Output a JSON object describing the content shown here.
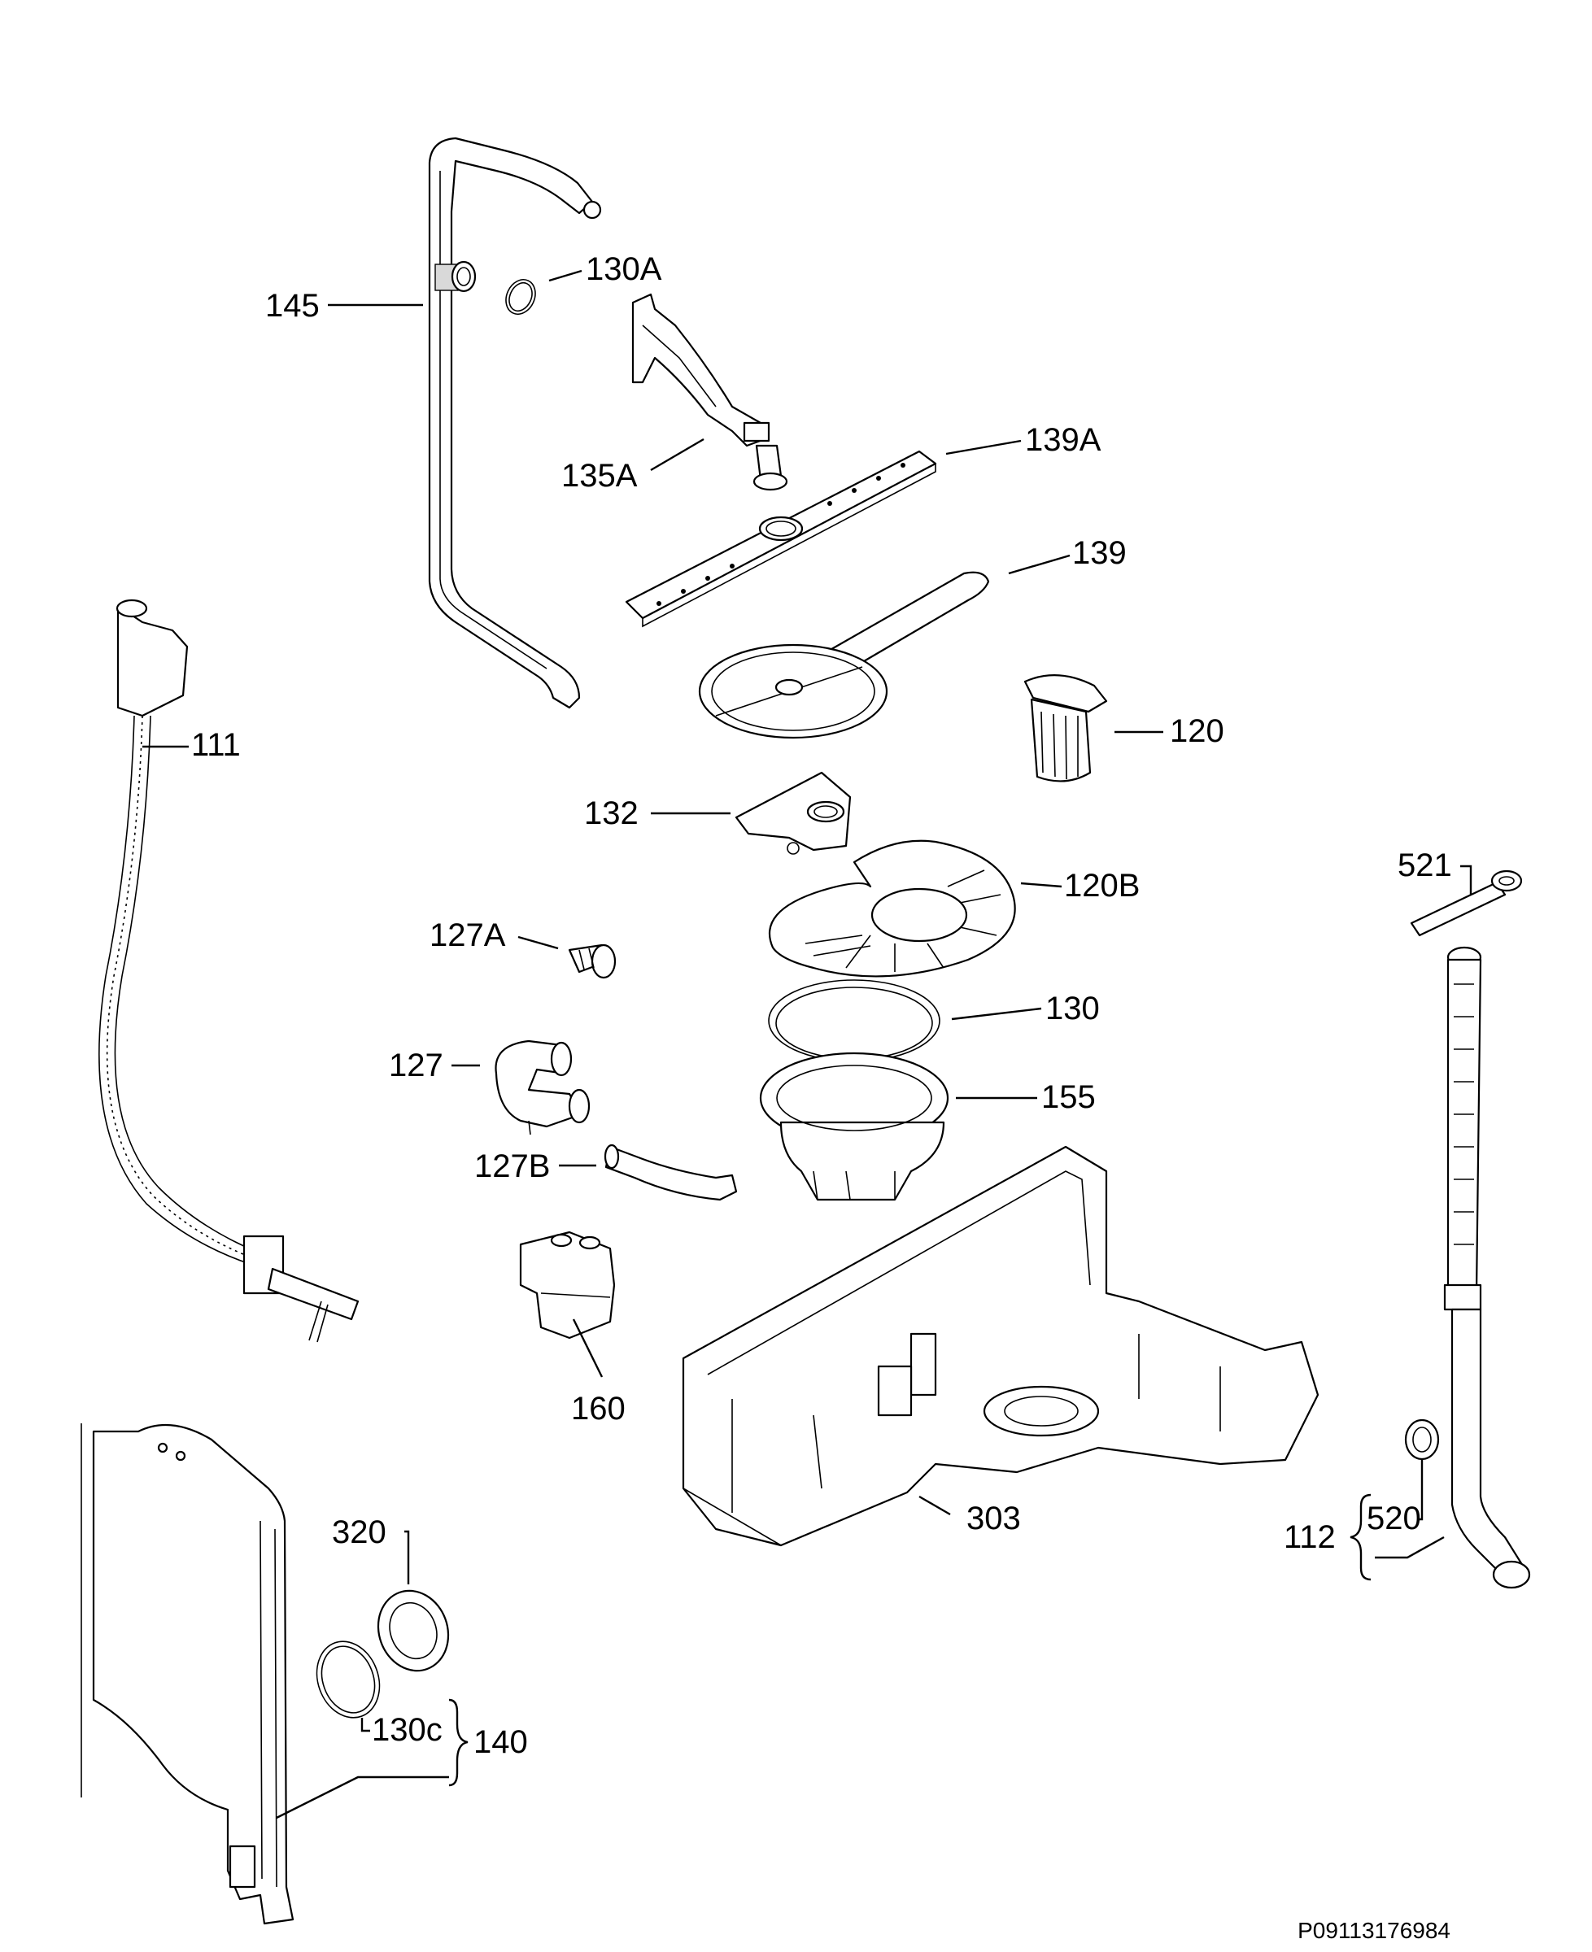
{
  "colors": {
    "line": "#000000",
    "background": "#ffffff",
    "shade": "#d9d9d9"
  },
  "parts": [
    {
      "id": "145",
      "name": "spray-arm-supply-pipe"
    },
    {
      "id": "130A",
      "name": "o-ring"
    },
    {
      "id": "135A",
      "name": "spray-arm-holder"
    },
    {
      "id": "139A",
      "name": "upper-spray-arm"
    },
    {
      "id": "139",
      "name": "lower-spray-arm"
    },
    {
      "id": "111",
      "name": "inlet-hose"
    },
    {
      "id": "120",
      "name": "filter-cartridge"
    },
    {
      "id": "132",
      "name": "spray-arm-bracket"
    },
    {
      "id": "120B",
      "name": "fine-filter-plate"
    },
    {
      "id": "521",
      "name": "hose-clip"
    },
    {
      "id": "127A",
      "name": "hose-coupling"
    },
    {
      "id": "130",
      "name": "sump-seal"
    },
    {
      "id": "127",
      "name": "elbow-hose"
    },
    {
      "id": "155",
      "name": "sump"
    },
    {
      "id": "127B",
      "name": "connecting-hose"
    },
    {
      "id": "160",
      "name": "diverter-valve"
    },
    {
      "id": "303",
      "name": "base-tray"
    },
    {
      "id": "320",
      "name": "dispenser-seal"
    },
    {
      "id": "112",
      "name": "drain-hose-assembly"
    },
    {
      "id": "520",
      "name": "drain-hose-clamp"
    },
    {
      "id": "130C",
      "name": "o-ring",
      "display": "130c"
    },
    {
      "id": "140",
      "name": "side-water-duct"
    }
  ],
  "reference_code": "P09113176984"
}
